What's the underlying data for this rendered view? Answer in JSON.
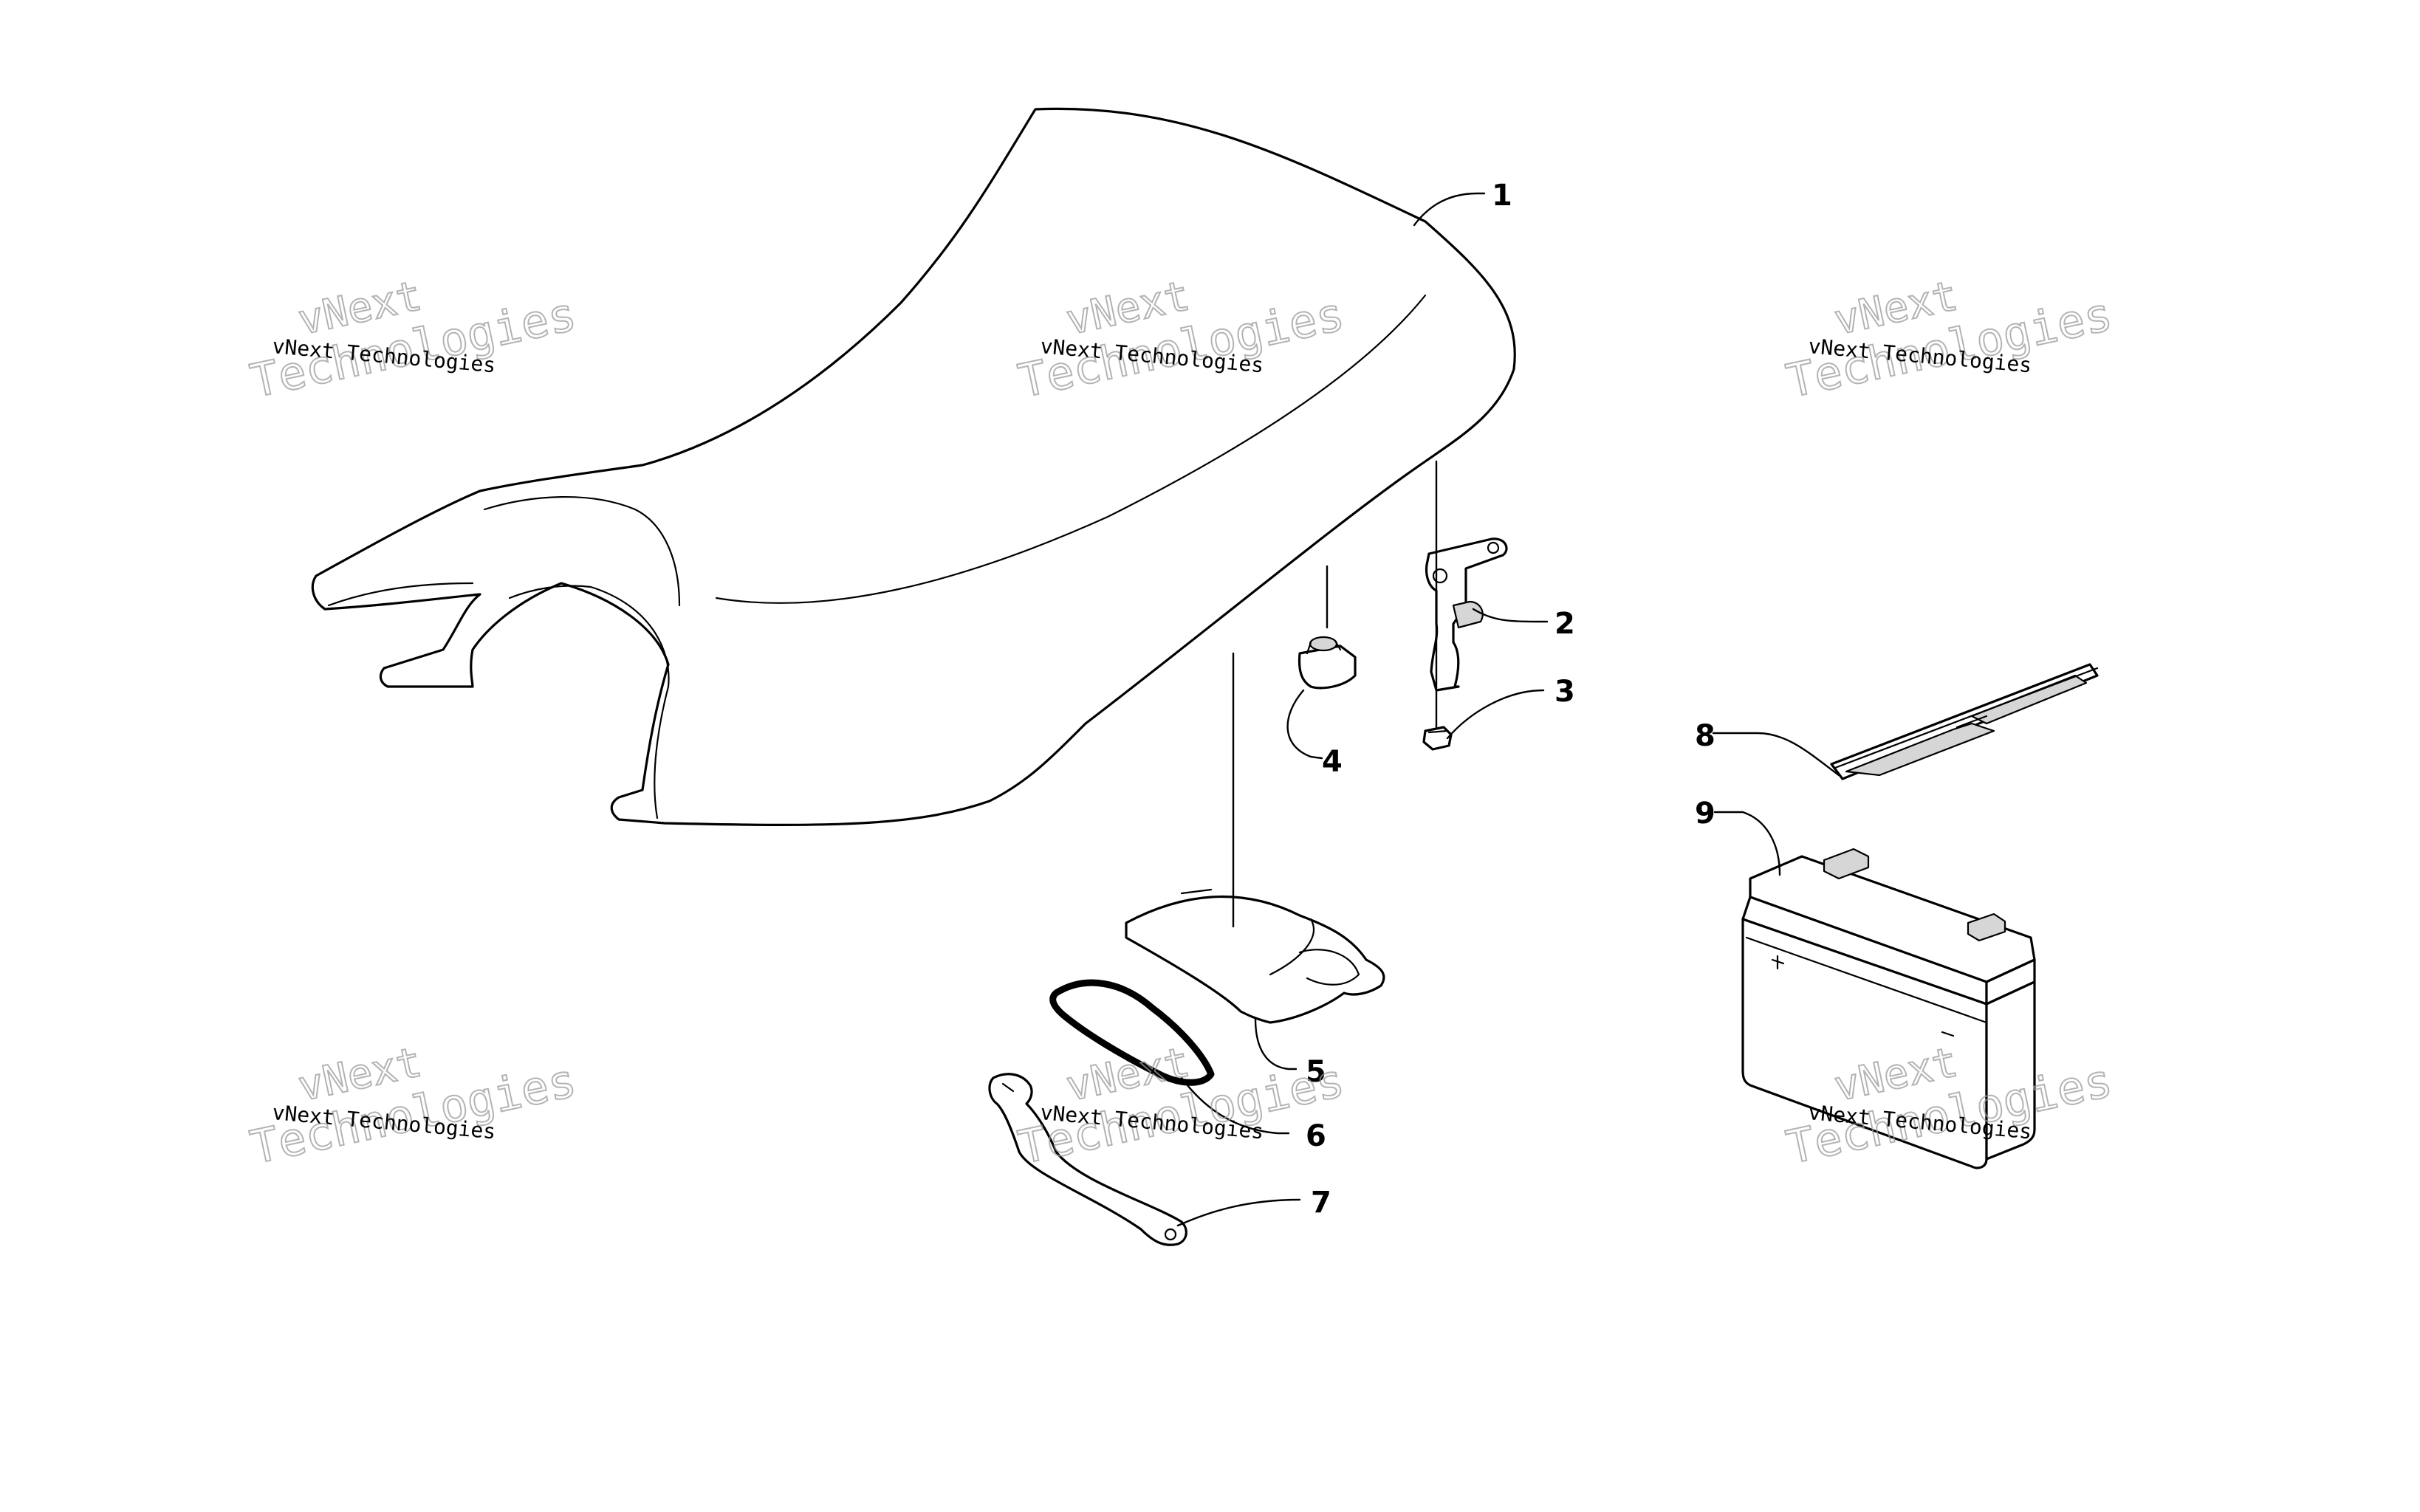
{
  "callouts": [
    {
      "id": "1",
      "label": "1"
    },
    {
      "id": "2",
      "label": "2"
    },
    {
      "id": "3",
      "label": "3"
    },
    {
      "id": "4",
      "label": "4"
    },
    {
      "id": "5",
      "label": "5"
    },
    {
      "id": "6",
      "label": "6"
    },
    {
      "id": "7",
      "label": "7"
    },
    {
      "id": "8",
      "label": "8"
    },
    {
      "id": "9",
      "label": "9"
    }
  ],
  "watermark": {
    "line_small": "vNext Technologies",
    "line_large_1": "vNext",
    "line_large_2": "Technologies"
  },
  "colors": {
    "line": "#000000",
    "background": "#ffffff",
    "watermark": "#9a9a9a"
  }
}
